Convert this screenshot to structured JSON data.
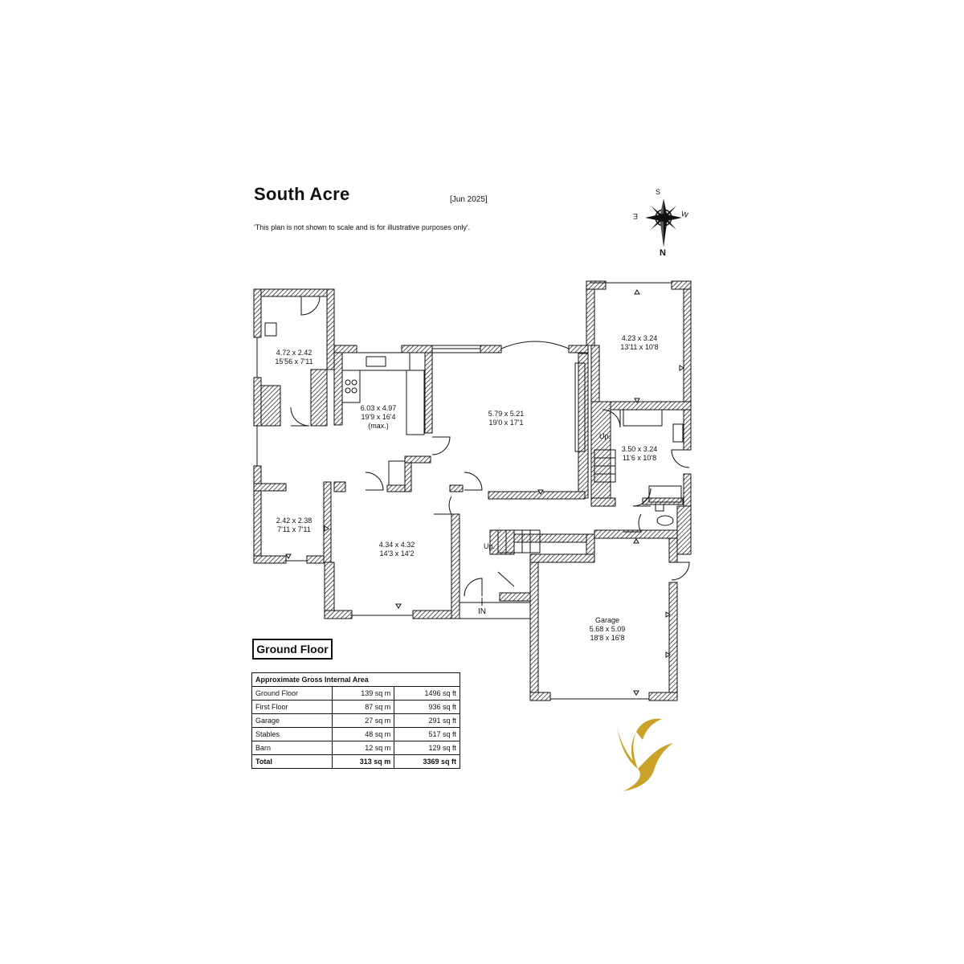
{
  "header": {
    "title": "South Acre",
    "date": "[Jun 2025]",
    "disclaimer": "'This plan is not shown to scale and is for illustrative purposes only'."
  },
  "compass": {
    "s": "S",
    "w": "W",
    "e": "E",
    "n": "N"
  },
  "floor_label": "Ground Floor",
  "rooms": [
    {
      "dims_m": "4.72 x 2.42",
      "dims_ft": "15'56 x 7'11"
    },
    {
      "dims_m": "6.03 x 4.97",
      "dims_ft": "19'9 x 16'4",
      "note": "(max.)"
    },
    {
      "dims_m": "5.79 x 5.21",
      "dims_ft": "19'0 x 17'1"
    },
    {
      "dims_m": "4.23 x 3.24",
      "dims_ft": "13'11 x 10'8"
    },
    {
      "dims_m": "3.50 x 3.24",
      "dims_ft": "11'6 x 10'8"
    },
    {
      "dims_m": "2.42 x 2.38",
      "dims_ft": "7'11 x 7'11"
    },
    {
      "dims_m": "4.34 x 4.32",
      "dims_ft": "14'3 x 14'2"
    },
    {
      "name": "Garage",
      "dims_m": "5.68 x 5.09",
      "dims_ft": "18'8 x 16'8"
    }
  ],
  "labels": {
    "up1": "Up.",
    "up2": "Up.",
    "entrance": "IN"
  },
  "area_table": {
    "title": "Approximate Gross Internal Area",
    "rows": [
      {
        "name": "Ground Floor",
        "sqm": "139 sq m",
        "sqft": "1496 sq ft"
      },
      {
        "name": "First Floor",
        "sqm": "87 sq m",
        "sqft": "936 sq ft"
      },
      {
        "name": "Garage",
        "sqm": "27 sq m",
        "sqft": "291 sq ft"
      },
      {
        "name": "Stables",
        "sqm": "48 sq m",
        "sqft": "517 sq ft"
      },
      {
        "name": "Barn",
        "sqm": "12 sq m",
        "sqft": "129 sq ft"
      }
    ],
    "total": {
      "name": "Total",
      "sqm": "313 sq m",
      "sqft": "3369 sq ft"
    }
  },
  "colors": {
    "logo_gold": "#c9a227",
    "wall": "#111111"
  }
}
